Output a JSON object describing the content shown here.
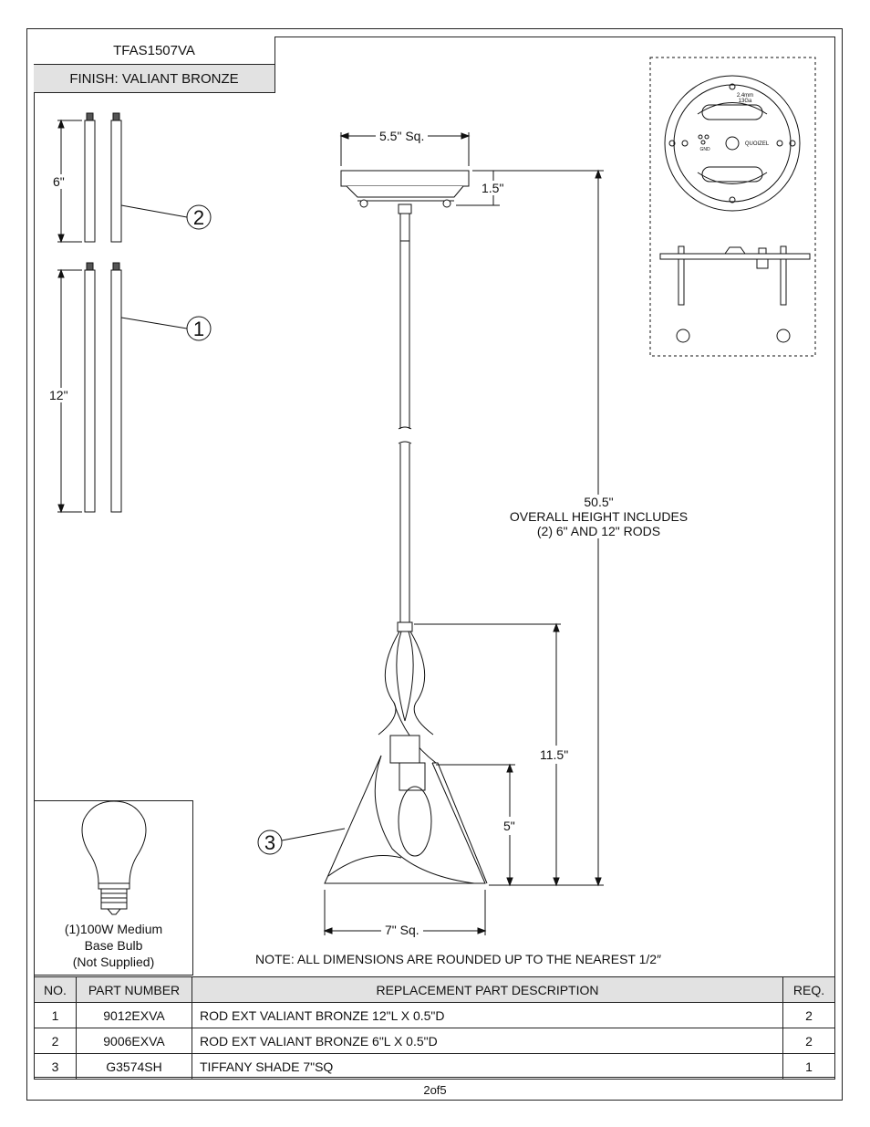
{
  "header": {
    "model": "TFAS1507VA",
    "finish": "FINISH: VALIANT BRONZE"
  },
  "rods": {
    "label_6": "6\"",
    "label_12": "12\"",
    "callout_2": "2",
    "callout_1": "1"
  },
  "dimensions": {
    "canopy_width": "5.5\" Sq.",
    "canopy_height": "1.5\"",
    "overall_line1": "50.5\"",
    "overall_line2": "OVERALL HEIGHT INCLUDES",
    "overall_line3": "(2) 6\" AND 12\" RODS",
    "fixture_height": "11.5\"",
    "shade_height": "5\"",
    "shade_width": "7\" Sq."
  },
  "shade_callout": "3",
  "mounting_plate": {
    "text_gauge": "2.4mm",
    "text_ga": "13Ga",
    "text_gnd": "GND",
    "text_brand": "QUOIZEL"
  },
  "bulb": {
    "line1": "(1)100W Medium",
    "line2": "Base Bulb",
    "line3": "(Not Supplied)"
  },
  "note": "NOTE:  ALL DIMENSIONS ARE ROUNDED UP TO THE NEAREST  1/2″",
  "parts_table": {
    "headers": {
      "no": "NO.",
      "part_number": "PART NUMBER",
      "description": "REPLACEMENT PART DESCRIPTION",
      "req": "REQ."
    },
    "rows": [
      {
        "no": "1",
        "part_number": "9012EXVA",
        "description": "ROD EXT VALIANT BRONZE 12\"L X 0.5\"D",
        "req": "2"
      },
      {
        "no": "2",
        "part_number": "9006EXVA",
        "description": "ROD EXT VALIANT BRONZE 6\"L X 0.5\"D",
        "req": "2"
      },
      {
        "no": "3",
        "part_number": "G3574SH",
        "description": "TIFFANY SHADE 7\"SQ",
        "req": "1"
      }
    ]
  },
  "page_number": "2of5"
}
